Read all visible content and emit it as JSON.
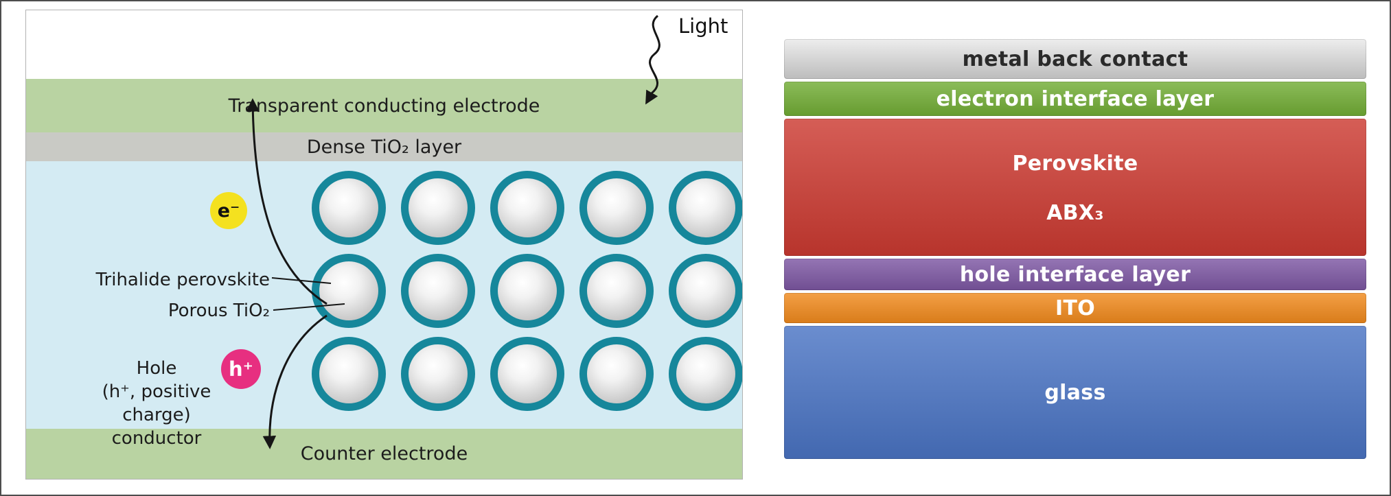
{
  "left_diagram": {
    "light_label": "Light",
    "top_electrode_label": "Transparent conducting electrode",
    "dense_tio2_label": "Dense TiO₂ layer",
    "counter_electrode_label": "Counter electrode",
    "electron_symbol": "e⁻",
    "hole_symbol": "h⁺",
    "trihalide_label": "Trihalide perovskite",
    "porous_tio2_label": "Porous TiO₂",
    "hole_conductor_lines": [
      "Hole",
      "(h⁺, positive charge)",
      "conductor"
    ],
    "colors": {
      "electrode_green": "#b9d3a2",
      "dense_gray": "#c9cac5",
      "perovskite_blue": "#d4ebf3",
      "sphere_ring_teal": "#16879b",
      "electron_yellow": "#f4e11f",
      "hole_pink": "#e72f80"
    }
  },
  "right_diagram": {
    "layers": [
      {
        "label": "metal back contact",
        "color": "#d2d2d2",
        "text_color": "#2a2a2a"
      },
      {
        "label": "electron interface layer",
        "color": "#72ad35",
        "text_color": "#ffffff"
      },
      {
        "label": "Perovskite",
        "label2": "ABX₃",
        "color": "#cc3a31",
        "text_color": "#ffffff"
      },
      {
        "label": "hole interface layer",
        "color": "#7d57a3",
        "text_color": "#ffffff"
      },
      {
        "label": "ITO",
        "color": "#f18a1d",
        "text_color": "#ffffff"
      },
      {
        "label": "glass",
        "color": "#4a74c4",
        "text_color": "#ffffff"
      }
    ]
  }
}
